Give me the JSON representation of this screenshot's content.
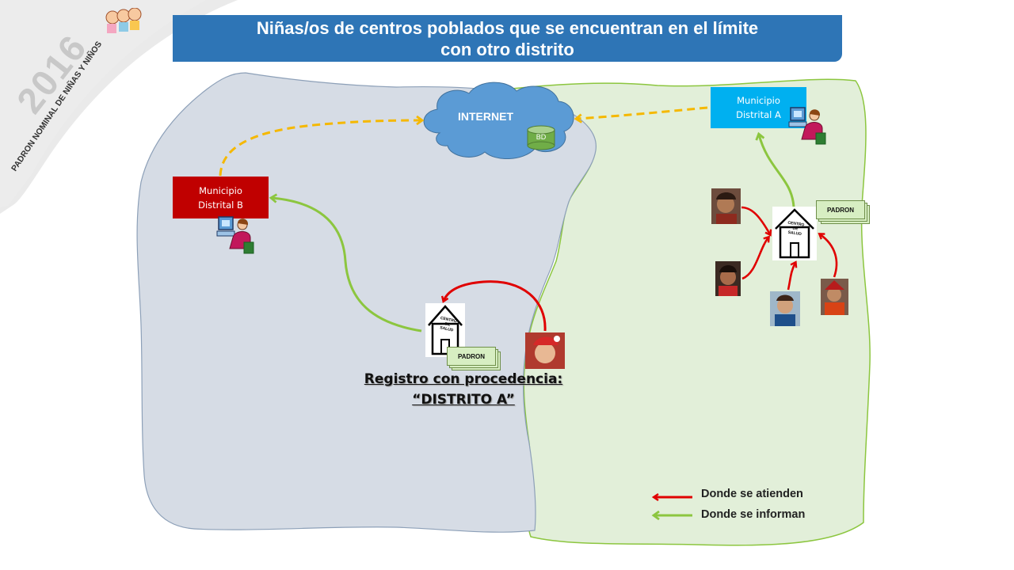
{
  "title": {
    "line1": "Niñas/os de centros poblados que se encuentran en el límite",
    "line2": "con otro distrito"
  },
  "corner_logo": {
    "year": "2016",
    "caption": "PADRON NOMINAL DE NIÑAS Y NIÑOS"
  },
  "cloud": {
    "label": "INTERNET",
    "db_label": "BD"
  },
  "municipio_b": {
    "line1": "Municipio",
    "line2": "Distrital B",
    "color": "#c00000"
  },
  "municipio_a": {
    "line1": "Municipio",
    "line2": "Distrital A",
    "color": "#00b0f0"
  },
  "health_centre_sign": "CENTRO DE SALUD",
  "padron_label": "PADRON",
  "registro": {
    "line1": "Registro con procedencia:",
    "line2": "“DISTRITO A”"
  },
  "legend": {
    "attended": "Donde se atienden",
    "informed": "Donde se informan",
    "attended_color": "#e00000",
    "informed_color": "#8cc63f"
  },
  "colors": {
    "district_b_fill": "#d6dce5",
    "district_a_fill": "#e2efd9",
    "banner": "#2e75b6",
    "internet_link": "#f5b800"
  },
  "icons": [
    "computer-user-icon",
    "health-centre-icon",
    "child-photo-icon",
    "database-icon",
    "cloud-icon"
  ]
}
